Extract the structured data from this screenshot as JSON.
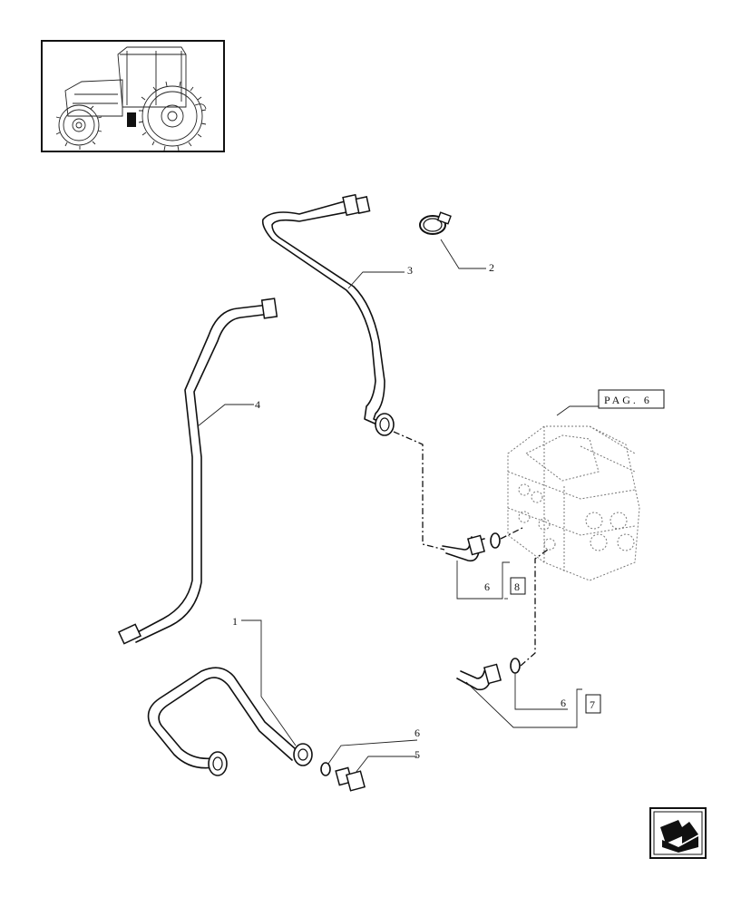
{
  "callouts": {
    "c1": "1",
    "c2": "2",
    "c3": "3",
    "c4": "4",
    "c5": "5",
    "c6a": "6",
    "c6b": "6",
    "c6c": "6",
    "c7": "7",
    "c8": "8",
    "page_ref": "PAG. 6"
  },
  "icons": {
    "thumbnail": "tractor-thumbnail",
    "nav": "return-arrow-icon"
  }
}
